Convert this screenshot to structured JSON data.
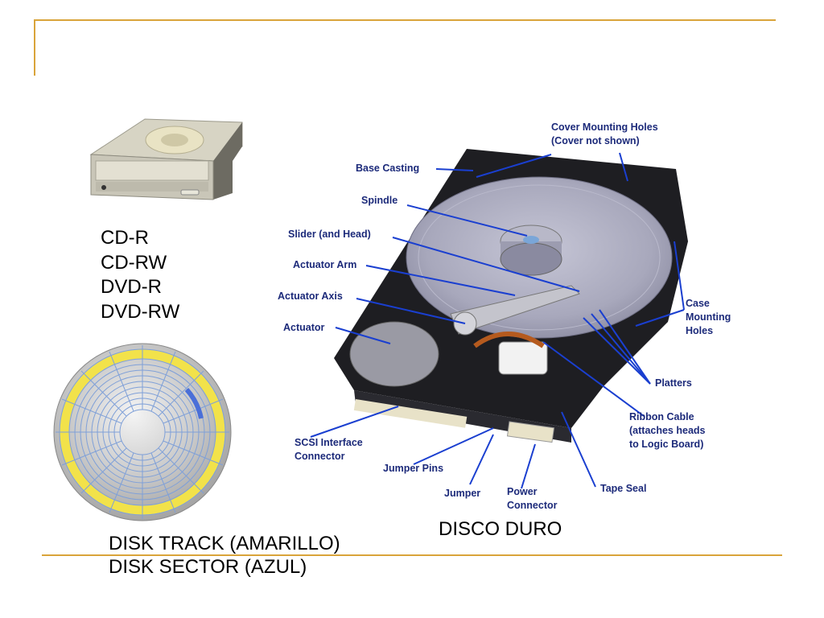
{
  "media": {
    "items": [
      "CD-R",
      "CD-RW",
      "DVD-R",
      "DVD-RW"
    ]
  },
  "disk_diagram": {
    "track_caption": "DISK TRACK (AMARILLO)",
    "sector_caption": "DISK SECTOR (AZUL)",
    "colors": {
      "track": "#f2e24a",
      "sector": "#4a6fd8",
      "lines": "#7fa0d8"
    }
  },
  "hard_drive": {
    "caption": "DISCO DURO",
    "labels": {
      "cover_holes_1": "Cover Mounting Holes",
      "cover_holes_2": "(Cover not shown)",
      "base_casting": "Base Casting",
      "spindle": "Spindle",
      "slider": "Slider (and Head)",
      "actuator_arm": "Actuator Arm",
      "actuator_axis": "Actuator Axis",
      "actuator": "Actuator",
      "case_holes_1": "Case",
      "case_holes_2": "Mounting",
      "case_holes_3": "Holes",
      "platters": "Platters",
      "ribbon_1": "Ribbon Cable",
      "ribbon_2": "(attaches heads",
      "ribbon_3": "to Logic Board)",
      "scsi_1": "SCSI Interface",
      "scsi_2": "Connector",
      "jumper_pins": "Jumper Pins",
      "jumper": "Jumper",
      "power_1": "Power",
      "power_2": "Connector",
      "tape_seal": "Tape Seal"
    },
    "colors": {
      "label": "#1c2a7a",
      "leader": "#1a3fd0"
    }
  },
  "theme": {
    "accent_line": "#d9a43a"
  }
}
